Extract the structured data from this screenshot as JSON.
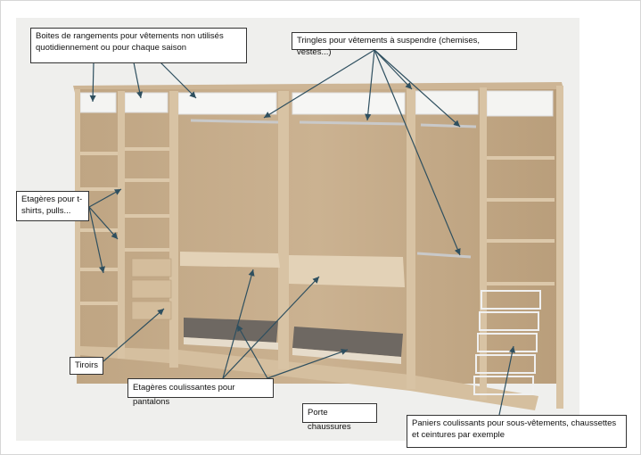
{
  "labels": {
    "boites": "Boites de rangements pour vêtements non utilisés quotidiennement ou pour chaque saison",
    "tringles": "Tringles pour vêtements à suspendre (chemises, vestes...)",
    "etageres": "Etagères pour t-shirts, pulls...",
    "tiroirs": "Tiroirs",
    "coulissantes": "Etagères coulissantes pour pantalons",
    "porte_chaussures": "Porte chaussures",
    "paniers": "Paniers coulissants pour sous-vêtements, chaussettes et ceintures par exemple"
  },
  "colors": {
    "wood": "#d9c5a8",
    "wood_dark": "#b59c7a",
    "wood_back": "#c9b18f",
    "arrow": "#2e4f5f",
    "panel_bg": "#efefed"
  }
}
